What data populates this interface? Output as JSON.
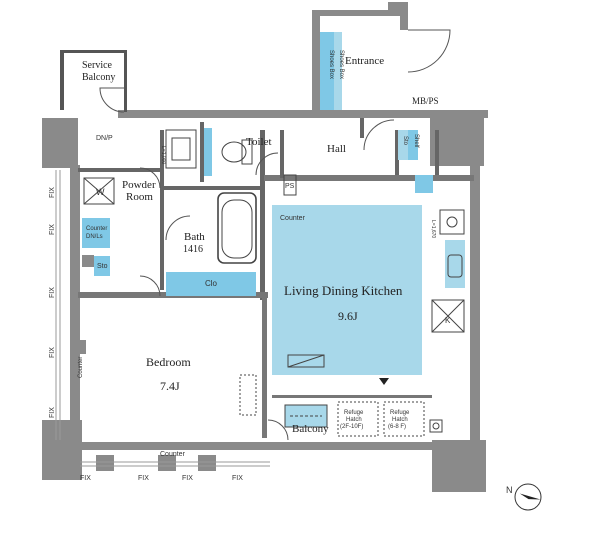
{
  "rooms": {
    "service_balcony": [
      "Service",
      "Balcony"
    ],
    "entrance": "Entrance",
    "mbps": "MB/PS",
    "toilet": "Toilet",
    "hall": "Hall",
    "powder_room": [
      "Powder",
      "Room"
    ],
    "bath": "Bath",
    "bath_size": "1416",
    "ldk": "Living Dining Kitchen",
    "ldk_size": "9.6J",
    "bedroom": "Bedroom",
    "bedroom_size": "7.4J",
    "balcony": "Balcony"
  },
  "labels": {
    "dn_p": "DN/P",
    "w": "W",
    "counter": "Counter",
    "counter_dn": [
      "Counter",
      "DN/Ls"
    ],
    "sto": "Sto",
    "clo": "Clo",
    "ps": "PS",
    "fix": "FIX",
    "shoes_box": "Shoes Box",
    "shelf": "Shelf",
    "refrigerator_height": "L=1,000",
    "l_length": "L=1,670",
    "k": "K",
    "refuge_hatch_1": [
      "Refuge",
      "Hatch",
      "(2F-10F)"
    ],
    "refuge_hatch_2": [
      "Refuge",
      "Hatch",
      "(6-8 F)"
    ],
    "n": "N"
  },
  "colors": {
    "wall": "#8a8a8a",
    "wall_dark": "#555555",
    "ldk_fill": "#a8d8ea",
    "accent_blue": "#7fc8e6",
    "line": "#444444"
  }
}
